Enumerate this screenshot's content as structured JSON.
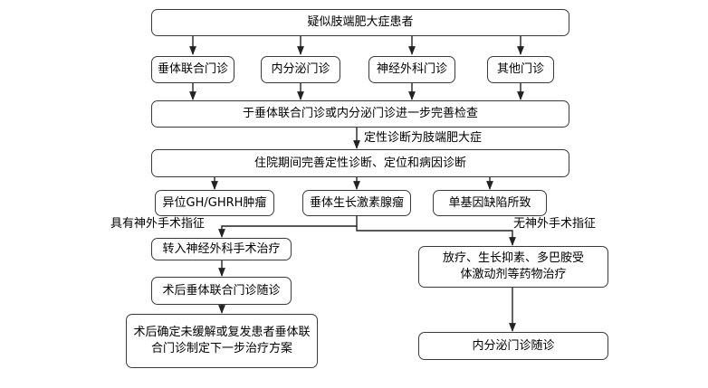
{
  "nodes": {
    "suspected": "疑似肢端肥大症患者",
    "pituitary_clinic": "垂体联合门诊",
    "endocrine_clinic": "内分泌门诊",
    "neurosurgery_clinic": "神经外科门诊",
    "other_clinic": "其他门诊",
    "further_exam": "于垂体联合门诊或内分泌门诊进一步完善检查",
    "inpatient_diagnosis": "住院期间完善定性诊断、定位和病因诊断",
    "ectopic_tumor": "异位GH/GHRH肿瘤",
    "gh_adenoma": "垂体生长激素腺瘤",
    "monogenic": "单基因缺陷所致",
    "to_neurosurgery": "转入神经外科手术治疗",
    "postop_followup": "术后垂体联合门诊随诊",
    "unresolved_plan": "术后确定未缓解或复发患者垂体联合门诊制定下一步治疗方案",
    "drug_therapy": "放疗、生长抑素、多巴胺受体激动剂等药物治疗",
    "endocrine_followup": "内分泌门诊随诊"
  },
  "edge_labels": {
    "qualitative": "定性诊断为肢端肥大症",
    "surgery_indicated": "具有神外手术指征",
    "no_surgery": "无神外手术指征"
  }
}
